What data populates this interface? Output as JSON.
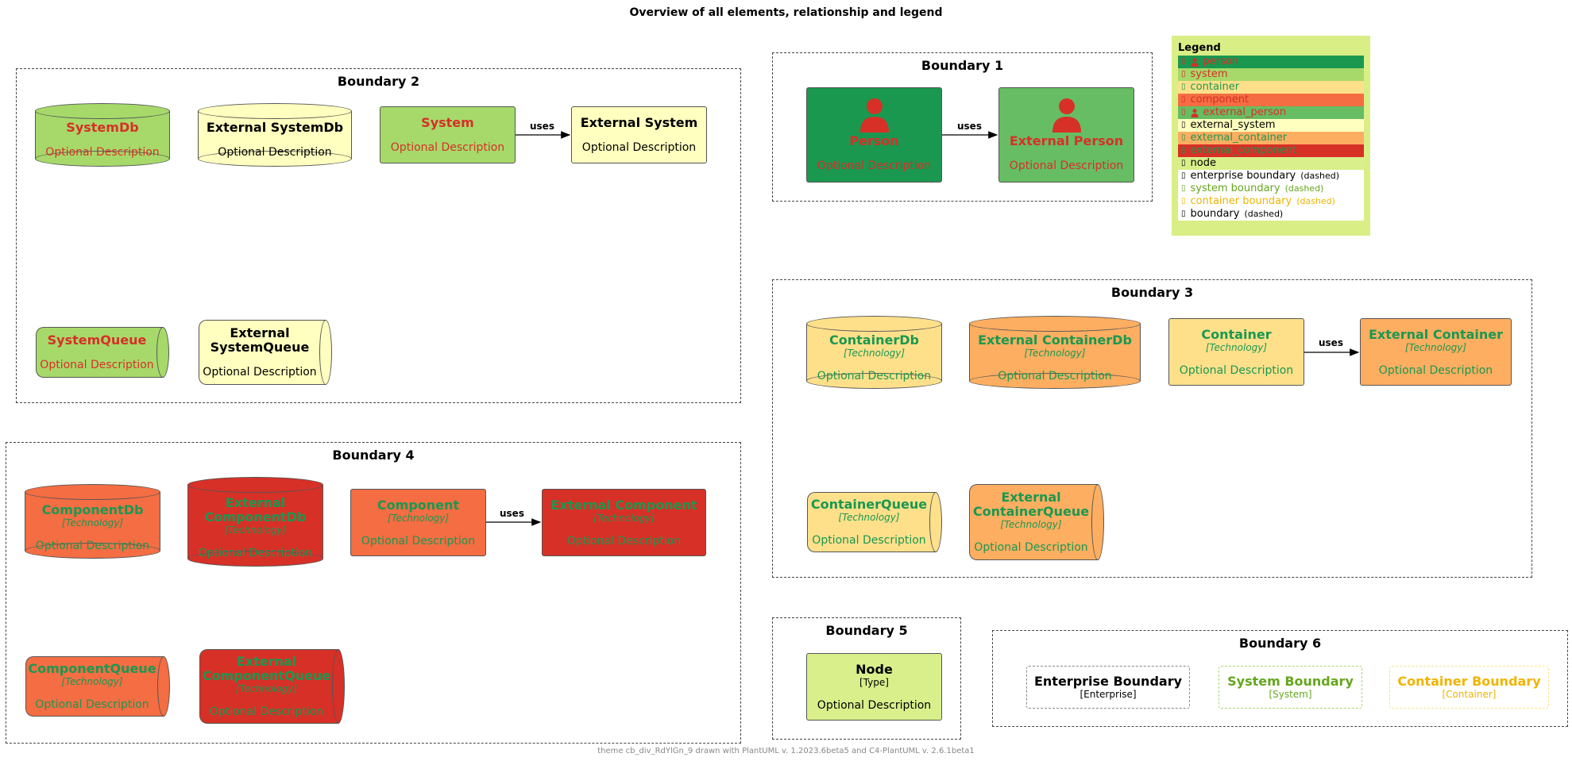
{
  "title": "Overview of all elements, relationship and legend",
  "colors": {
    "person": "#1a9850",
    "external_person": "#66bd63",
    "system": "#a6d96a",
    "external_system": "#ffffbf",
    "container": "#fee08b",
    "external_container": "#fdae61",
    "component": "#f46d43",
    "external_component": "#d73027",
    "node": "#d9ef8b",
    "legend_bg": "#d9ee85",
    "red_text": "#d73027",
    "green_text": "#1a9850"
  },
  "boundaries": {
    "b1": "Boundary 1",
    "b2": "Boundary 2",
    "b3": "Boundary 3",
    "b4": "Boundary 4",
    "b5": "Boundary 5",
    "b6": "Boundary 6"
  },
  "elements": {
    "person": {
      "name": "Person",
      "desc": "Optional Description"
    },
    "external_person": {
      "name": "External Person",
      "desc": "Optional Description"
    },
    "system_db": {
      "name": "SystemDb",
      "desc": "Optional Description"
    },
    "external_system_db": {
      "name": "External SystemDb",
      "desc": "Optional Description"
    },
    "system": {
      "name": "System",
      "desc": "Optional Description"
    },
    "external_system": {
      "name": "External System",
      "desc": "Optional Description"
    },
    "system_queue": {
      "name": "SystemQueue",
      "desc": "Optional Description"
    },
    "external_system_queue": {
      "name_line1": "External",
      "name_line2": "SystemQueue",
      "desc": "Optional Description"
    },
    "container_db": {
      "name": "ContainerDb",
      "tech": "[Technology]",
      "desc": "Optional Description"
    },
    "external_container_db": {
      "name": "External ContainerDb",
      "tech": "[Technology]",
      "desc": "Optional Description"
    },
    "container": {
      "name": "Container",
      "tech": "[Technology]",
      "desc": "Optional Description"
    },
    "external_container": {
      "name": "External Container",
      "tech": "[Technology]",
      "desc": "Optional Description"
    },
    "container_queue": {
      "name": "ContainerQueue",
      "tech": "[Technology]",
      "desc": "Optional Description"
    },
    "external_container_queue": {
      "name_line1": "External",
      "name_line2": "ContainerQueue",
      "tech": "[Technology]",
      "desc": "Optional Description"
    },
    "component_db": {
      "name": "ComponentDb",
      "tech": "[Technology]",
      "desc": "Optional Description"
    },
    "external_component_db": {
      "name_line1": "External",
      "name_line2": "ComponentDb",
      "tech": "[Technology]",
      "desc": "Optional Description"
    },
    "component": {
      "name": "Component",
      "tech": "[Technology]",
      "desc": "Optional Description"
    },
    "external_component": {
      "name": "External Component",
      "tech": "[Technology]",
      "desc": "Optional Description"
    },
    "component_queue": {
      "name": "ComponentQueue",
      "tech": "[Technology]",
      "desc": "Optional Description"
    },
    "external_component_queue": {
      "name_line1": "External",
      "name_line2": "ComponentQueue",
      "tech": "[Technology]",
      "desc": "Optional Description"
    },
    "node": {
      "name": "Node",
      "type": "[Type]",
      "desc": "Optional Description"
    },
    "enterprise_boundary": {
      "name": "Enterprise Boundary",
      "type": "[Enterprise]"
    },
    "system_boundary": {
      "name": "System Boundary",
      "type": "[System]"
    },
    "container_boundary": {
      "name": "Container Boundary",
      "type": "[Container]"
    }
  },
  "relations": {
    "uses": "uses"
  },
  "legend": {
    "title": "Legend",
    "rows": [
      {
        "label": "person",
        "suffix": "",
        "icon": "person-icon",
        "bg": "#1a9850",
        "color": "#d73027"
      },
      {
        "label": "system",
        "suffix": "",
        "icon": "",
        "bg": "#a6d96a",
        "color": "#d73027"
      },
      {
        "label": "container",
        "suffix": "",
        "icon": "",
        "bg": "#fee08b",
        "color": "#1a9850"
      },
      {
        "label": "component",
        "suffix": "",
        "icon": "",
        "bg": "#f46d43",
        "color": "#d73027"
      },
      {
        "label": "external_person",
        "suffix": "",
        "icon": "person-icon",
        "bg": "#66bd63",
        "color": "#d73027"
      },
      {
        "label": "external_system",
        "suffix": "",
        "icon": "",
        "bg": "#ffffbf",
        "color": "#000000"
      },
      {
        "label": "external_container",
        "suffix": "",
        "icon": "",
        "bg": "#fdae61",
        "color": "#1a9850"
      },
      {
        "label": "external_component",
        "suffix": "",
        "icon": "",
        "bg": "#d73027",
        "color": "#1a9850"
      },
      {
        "label": "node",
        "suffix": "",
        "icon": "",
        "bg": "#d9ef8b",
        "color": "#000000"
      },
      {
        "label": "enterprise boundary",
        "suffix": "(dashed)",
        "icon": "",
        "bg": "#ffffff",
        "color": "#000000"
      },
      {
        "label": "system boundary",
        "suffix": "(dashed)",
        "icon": "",
        "bg": "#ffffff",
        "color": "#66a61e"
      },
      {
        "label": "container boundary",
        "suffix": "(dashed)",
        "icon": "",
        "bg": "#ffffff",
        "color": "#f0b400"
      },
      {
        "label": "boundary",
        "suffix": "(dashed)",
        "icon": "",
        "bg": "#ffffff",
        "color": "#000000"
      }
    ]
  },
  "footer": "theme cb_div_RdYlGn_9 drawn with PlantUML v. 1.2023.6beta5 and C4-PlantUML v. 2.6.1beta1"
}
